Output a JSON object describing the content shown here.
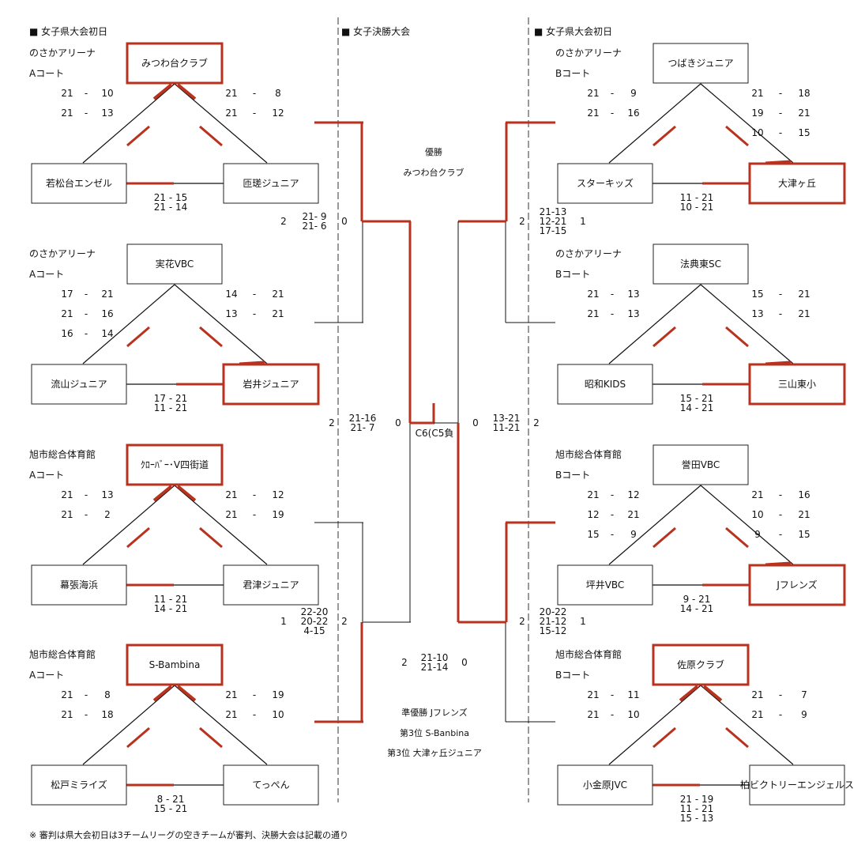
{
  "headers": {
    "left": "■ 女子県大会初日",
    "center": "■ 女子決勝大会",
    "right": "■ 女子県大会初日"
  },
  "blocks": [
    {
      "venue": "のさかアリーナ",
      "court": "Aコート",
      "teams": [
        "みつわ台クラブ",
        "若松台エンゼル",
        "匝瑳ジュニア"
      ],
      "winner": 0,
      "scores_left": [
        [
          "21",
          "10"
        ],
        [
          "21",
          "13"
        ]
      ],
      "scores_right": [
        [
          "21",
          "8"
        ],
        [
          "21",
          "12"
        ]
      ],
      "scores_bottom": [
        "21 - 15",
        "21 - 14"
      ]
    },
    {
      "venue": "のさかアリーナ",
      "court": "Aコート",
      "teams": [
        "実花VBC",
        "流山ジュニア",
        "岩井ジュニア"
      ],
      "winner": 2,
      "scores_left": [
        [
          "17",
          "21"
        ],
        [
          "21",
          "16"
        ],
        [
          "16",
          "14"
        ]
      ],
      "scores_right": [
        [
          "14",
          "21"
        ],
        [
          "13",
          "21"
        ]
      ],
      "scores_bottom": [
        "17 - 21",
        "11 - 21"
      ]
    },
    {
      "venue": "旭市総合体育館",
      "court": "Aコート",
      "teams": [
        "ｸﾛｰﾊﾞｰ･V四街道",
        "幕張海浜",
        "君津ジュニア"
      ],
      "winner": 0,
      "scores_left": [
        [
          "21",
          "13"
        ],
        [
          "21",
          "2"
        ]
      ],
      "scores_right": [
        [
          "21",
          "12"
        ],
        [
          "21",
          "19"
        ]
      ],
      "scores_bottom": [
        "11 - 21",
        "14 - 21"
      ]
    },
    {
      "venue": "旭市総合体育館",
      "court": "Aコート",
      "teams": [
        "S-Bambina",
        "松戸ミライズ",
        "てっぺん"
      ],
      "winner": 0,
      "scores_left": [
        [
          "21",
          "8"
        ],
        [
          "21",
          "18"
        ]
      ],
      "scores_right": [
        [
          "21",
          "19"
        ],
        [
          "21",
          "10"
        ]
      ],
      "scores_bottom": [
        "8 - 21",
        "15 - 21"
      ]
    },
    {
      "venue": "のさかアリーナ",
      "court": "Bコート",
      "teams": [
        "つばきジュニア",
        "スターキッズ",
        "大津ヶ丘"
      ],
      "winner": 2,
      "scores_left": [
        [
          "21",
          "9"
        ],
        [
          "21",
          "16"
        ]
      ],
      "scores_right": [
        [
          "21",
          "18"
        ],
        [
          "19",
          "21"
        ],
        [
          "10",
          "15"
        ]
      ],
      "scores_bottom": [
        "11 - 21",
        "10 - 21"
      ]
    },
    {
      "venue": "のさかアリーナ",
      "court": "Bコート",
      "teams": [
        "法典東SC",
        "昭和KIDS",
        "三山東小"
      ],
      "winner": 2,
      "scores_left": [
        [
          "21",
          "13"
        ],
        [
          "21",
          "13"
        ]
      ],
      "scores_right": [
        [
          "15",
          "21"
        ],
        [
          "13",
          "21"
        ]
      ],
      "scores_bottom": [
        "15 - 21",
        "14 - 21"
      ]
    },
    {
      "venue": "旭市総合体育館",
      "court": "Bコート",
      "teams": [
        "誉田VBC",
        "坪井VBC",
        "Jフレンズ"
      ],
      "winner": 2,
      "scores_left": [
        [
          "21",
          "12"
        ],
        [
          "12",
          "21"
        ],
        [
          "15",
          "9"
        ]
      ],
      "scores_right": [
        [
          "21",
          "16"
        ],
        [
          "10",
          "21"
        ],
        [
          "9",
          "15"
        ]
      ],
      "scores_bottom": [
        "9 - 21",
        "14 - 21"
      ]
    },
    {
      "venue": "旭市総合体育館",
      "court": "Bコート",
      "teams": [
        "佐原クラブ",
        "小金原JVC",
        "柏ビクトリーエンジェルス"
      ],
      "winner": 0,
      "scores_left": [
        [
          "21",
          "11"
        ],
        [
          "21",
          "10"
        ]
      ],
      "scores_right": [
        [
          "21",
          "7"
        ],
        [
          "21",
          "9"
        ]
      ],
      "scores_bottom": [
        "21 - 19",
        "11 - 21",
        "15 - 13"
      ]
    }
  ],
  "finals": {
    "left_semi_top": {
      "a": "2",
      "sets": [
        "21- 9",
        "21- 6"
      ],
      "b": "0"
    },
    "left_semi_bottom": {
      "a": "1",
      "sets": [
        "22-20",
        "20-22",
        "4-15"
      ],
      "b": "2"
    },
    "right_semi_top": {
      "a": "2",
      "sets": [
        "21-13",
        "12-21",
        "17-15"
      ],
      "b": "1"
    },
    "right_semi_bottom": {
      "a": "2",
      "sets": [
        "20-22",
        "21-12",
        "15-12"
      ],
      "b": "1"
    },
    "left_final": {
      "a": "2",
      "sets": [
        "21-16",
        "21- 7"
      ],
      "b": "0"
    },
    "right_final": {
      "a": "0",
      "sets": [
        "13-21",
        "11-21"
      ],
      "b": "2"
    },
    "court_label": "C6(C5負",
    "third_place_match": {
      "a": "2",
      "sets": [
        "21-10",
        "21-14"
      ],
      "b": "0"
    }
  },
  "results": {
    "champion_label": "優勝",
    "champion": "みつわ台クラブ",
    "runner_up": "準優勝 Jフレンズ",
    "third_1": "第3位 S-Banbina",
    "third_2": "第3位 大津ヶ丘ジュニア"
  },
  "footnote": "※ 審判は県大会初日は3チームリーグの空きチームが審判、決勝大会は記載の通り",
  "colors": {
    "winner": "#c9331c",
    "win_line": "#b8321e",
    "line": "#111111",
    "divider": "#333333"
  }
}
